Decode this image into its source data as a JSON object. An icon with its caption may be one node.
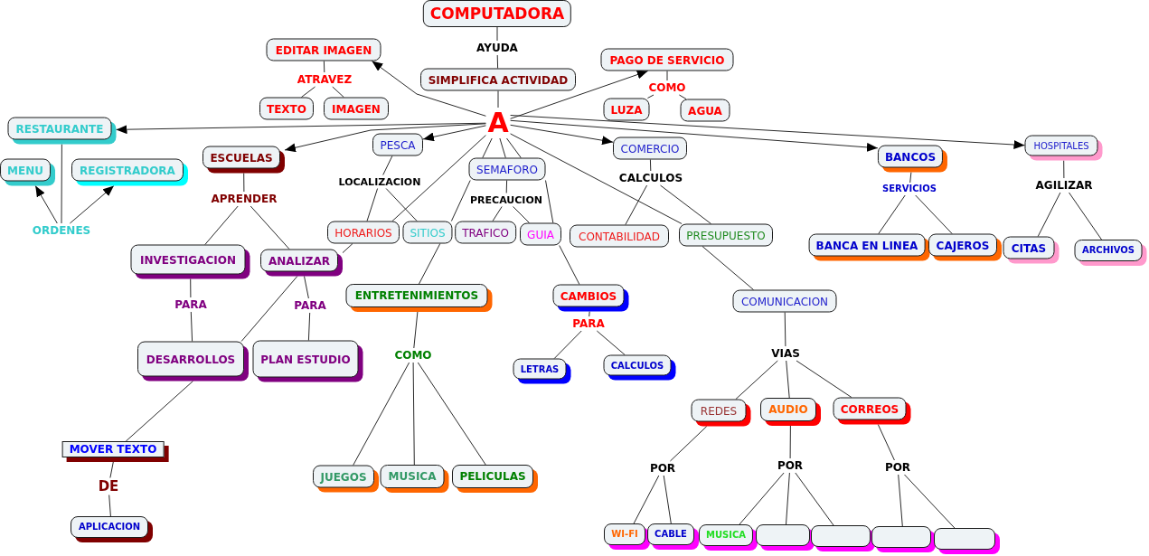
{
  "diagram": {
    "nodes": [
      {
        "text": [
          "COMPUTADORA"
        ]
      },
      {
        "text": [
          "AYUDA"
        ]
      },
      {
        "text": [
          "SIMPLIFICA ACTIVIDAD"
        ]
      },
      {
        "text": [
          "A"
        ]
      },
      {
        "text": [
          "EDITAR IMAGEN"
        ]
      },
      {
        "text": [
          "ATRAVEZ"
        ]
      },
      {
        "text": [
          "TEXTO"
        ]
      },
      {
        "text": [
          "IMAGEN"
        ]
      },
      {
        "text": [
          "PAGO DE SERVICIO"
        ]
      },
      {
        "text": [
          "COMO"
        ]
      },
      {
        "text": [
          "LUZA"
        ]
      },
      {
        "text": [
          "AGUA"
        ]
      },
      {
        "text": [
          "RESTAURANTE"
        ]
      },
      {
        "text": [
          "MENU"
        ]
      },
      {
        "text": [
          "REGISTRADORA"
        ]
      },
      {
        "text": [
          "ORDENES"
        ]
      },
      {
        "text": [
          "ESCUELAS"
        ]
      },
      {
        "text": [
          "APRENDER"
        ]
      },
      {
        "text": [
          "INVESTIGACION"
        ]
      },
      {
        "text": [
          "ANALIZAR"
        ]
      },
      {
        "text": [
          "PARA"
        ]
      },
      {
        "text": [
          "PARA"
        ]
      },
      {
        "text": [
          "DESARROLLOS"
        ]
      },
      {
        "text": [
          "PLAN ESTUDIO"
        ]
      },
      {
        "text": [
          "MOVER TEXTO"
        ]
      },
      {
        "text": [
          "DE"
        ]
      },
      {
        "text": [
          "APLICACION"
        ]
      },
      {
        "text": [
          "PESCA"
        ]
      },
      {
        "text": [
          "LOCALIZACION"
        ]
      },
      {
        "text": [
          "HORARIOS"
        ]
      },
      {
        "text": [
          "SITIOS"
        ]
      },
      {
        "text": [
          "SEMAFORO"
        ]
      },
      {
        "text": [
          "PRECAUCION"
        ]
      },
      {
        "text": [
          "TRAFICO"
        ]
      },
      {
        "text": [
          "GUIA"
        ]
      },
      {
        "text": [
          "COMERCIO"
        ]
      },
      {
        "text": [
          "CALCULOS"
        ]
      },
      {
        "text": [
          "CONTABILIDAD"
        ]
      },
      {
        "text": [
          "PRESUPUESTO"
        ]
      },
      {
        "text": [
          "BANCOS"
        ]
      },
      {
        "text": [
          "SERVICIOS"
        ]
      },
      {
        "text": [
          "BANCA EN LINEA"
        ]
      },
      {
        "text": [
          "CAJEROS"
        ]
      },
      {
        "text": [
          "HOSPITALES"
        ]
      },
      {
        "text": [
          "AGILIZAR"
        ]
      },
      {
        "text": [
          "CITAS"
        ]
      },
      {
        "text": [
          "ARCHIVOS"
        ]
      },
      {
        "text": [
          "ENTRETENIMIENTOS"
        ]
      },
      {
        "text": [
          "COMO"
        ]
      },
      {
        "text": [
          "JUEGOS"
        ]
      },
      {
        "text": [
          "MUSICA"
        ]
      },
      {
        "text": [
          "PELICULAS"
        ]
      },
      {
        "text": [
          "CAMBIOS"
        ]
      },
      {
        "text": [
          "PARA"
        ]
      },
      {
        "text": [
          "LETRAS"
        ]
      },
      {
        "text": [
          "CALCULOS"
        ]
      },
      {
        "text": [
          "COMUNICACION"
        ]
      },
      {
        "text": [
          "VIAS"
        ]
      },
      {
        "text": [
          "REDES"
        ]
      },
      {
        "text": [
          "AUDIO"
        ]
      },
      {
        "text": [
          "CORREOS"
        ]
      },
      {
        "text": [
          "POR"
        ]
      },
      {
        "text": [
          "POR"
        ]
      },
      {
        "text": [
          "POR"
        ]
      },
      {
        "text": [
          "WI-FI"
        ]
      },
      {
        "text": [
          "CABLE"
        ]
      },
      {
        "text": [
          "MUSICA"
        ]
      },
      {
        "text": [],
        "shape": "box"
      },
      {
        "text": [],
        "shape": "box"
      },
      {
        "text": [],
        "shape": "box"
      },
      {
        "text": [],
        "shape": "box"
      }
    ],
    "edges": [
      {
        "from": 0,
        "to": 1,
        "arrow": "none"
      },
      {
        "from": 1,
        "to": 2,
        "arrow": "none"
      },
      {
        "from": 2,
        "to": 3,
        "arrow": "none"
      },
      {
        "from": 3,
        "to": 4,
        "arrow": "to"
      },
      {
        "from": 4,
        "to": 5,
        "arrow": "none"
      },
      {
        "from": 5,
        "to": 6,
        "arrow": "none"
      },
      {
        "from": 5,
        "to": 7,
        "arrow": "none"
      },
      {
        "from": 3,
        "to": 8,
        "arrow": "to"
      },
      {
        "from": 8,
        "to": 9,
        "arrow": "none"
      },
      {
        "from": 9,
        "to": 10,
        "arrow": "none"
      },
      {
        "from": 9,
        "to": 11,
        "arrow": "none"
      },
      {
        "from": 3,
        "to": 12,
        "arrow": "to"
      },
      {
        "from": 12,
        "to": 15,
        "arrow": "none"
      },
      {
        "from": 15,
        "to": 13,
        "arrow": "to"
      },
      {
        "from": 15,
        "to": 14,
        "arrow": "to"
      },
      {
        "from": 3,
        "to": 16,
        "arrow": "to"
      },
      {
        "from": 16,
        "to": 17,
        "arrow": "none"
      },
      {
        "from": 17,
        "to": 18,
        "arrow": "none"
      },
      {
        "from": 17,
        "to": 19,
        "arrow": "none"
      },
      {
        "from": 18,
        "to": 20,
        "arrow": "none"
      },
      {
        "from": 20,
        "to": 22,
        "arrow": "none"
      },
      {
        "from": 19,
        "to": 21,
        "arrow": "none"
      },
      {
        "from": 21,
        "to": 23,
        "arrow": "none"
      },
      {
        "from": 3,
        "to": 29,
        "arrow": "none"
      },
      {
        "from": 29,
        "to": 19,
        "arrow": "none"
      },
      {
        "from": 19,
        "to": 22,
        "arrow": "none"
      },
      {
        "from": 22,
        "to": 24,
        "arrow": "none"
      },
      {
        "from": 24,
        "to": 25,
        "arrow": "none"
      },
      {
        "from": 25,
        "to": 26,
        "arrow": "none"
      },
      {
        "from": 3,
        "to": 27,
        "arrow": "to"
      },
      {
        "from": 27,
        "to": 28,
        "arrow": "none"
      },
      {
        "from": 28,
        "to": 29,
        "arrow": "none"
      },
      {
        "from": 28,
        "to": 30,
        "arrow": "none"
      },
      {
        "from": 3,
        "to": 31,
        "arrow": "none"
      },
      {
        "from": 3,
        "to": 31,
        "arrow": "none"
      },
      {
        "from": 3,
        "to": 31,
        "arrow": "none"
      },
      {
        "from": 31,
        "to": 30,
        "arrow": "none"
      },
      {
        "from": 30,
        "to": 47,
        "arrow": "none"
      },
      {
        "from": 31,
        "to": 34,
        "arrow": "none"
      },
      {
        "from": 34,
        "to": 52,
        "arrow": "none"
      },
      {
        "from": 31,
        "to": 32,
        "arrow": "none"
      },
      {
        "from": 32,
        "to": 33,
        "arrow": "none"
      },
      {
        "from": 32,
        "to": 34,
        "arrow": "none"
      },
      {
        "from": 3,
        "to": 35,
        "arrow": "to"
      },
      {
        "from": 35,
        "to": 36,
        "arrow": "none"
      },
      {
        "from": 36,
        "to": 37,
        "arrow": "none"
      },
      {
        "from": 36,
        "to": 38,
        "arrow": "none"
      },
      {
        "from": 3,
        "to": 38,
        "arrow": "none"
      },
      {
        "from": 38,
        "to": 56,
        "arrow": "none"
      },
      {
        "from": 3,
        "to": 39,
        "arrow": "to"
      },
      {
        "from": 39,
        "to": 40,
        "arrow": "none"
      },
      {
        "from": 40,
        "to": 41,
        "arrow": "none"
      },
      {
        "from": 40,
        "to": 42,
        "arrow": "none"
      },
      {
        "from": 3,
        "to": 43,
        "arrow": "to"
      },
      {
        "from": 43,
        "to": 44,
        "arrow": "none"
      },
      {
        "from": 44,
        "to": 45,
        "arrow": "none"
      },
      {
        "from": 44,
        "to": 46,
        "arrow": "none"
      },
      {
        "from": 47,
        "to": 48,
        "arrow": "none"
      },
      {
        "from": 48,
        "to": 49,
        "arrow": "none"
      },
      {
        "from": 48,
        "to": 50,
        "arrow": "none"
      },
      {
        "from": 48,
        "to": 51,
        "arrow": "none"
      },
      {
        "from": 52,
        "to": 53,
        "arrow": "none"
      },
      {
        "from": 53,
        "to": 54,
        "arrow": "none"
      },
      {
        "from": 53,
        "to": 55,
        "arrow": "none"
      },
      {
        "from": 56,
        "to": 57,
        "arrow": "none"
      },
      {
        "from": 57,
        "to": 58,
        "arrow": "none"
      },
      {
        "from": 57,
        "to": 59,
        "arrow": "none"
      },
      {
        "from": 57,
        "to": 60,
        "arrow": "none"
      },
      {
        "from": 58,
        "to": 61,
        "arrow": "none"
      },
      {
        "from": 61,
        "to": 64,
        "arrow": "none"
      },
      {
        "from": 61,
        "to": 65,
        "arrow": "none"
      },
      {
        "from": 59,
        "to": 62,
        "arrow": "none"
      },
      {
        "from": 62,
        "to": 66,
        "arrow": "none"
      },
      {
        "from": 62,
        "to": 67,
        "arrow": "none"
      },
      {
        "from": 62,
        "to": 68,
        "arrow": "none"
      },
      {
        "from": 60,
        "to": 63,
        "arrow": "none"
      },
      {
        "from": 63,
        "to": 69,
        "arrow": "none"
      },
      {
        "from": 63,
        "to": 70,
        "arrow": "none"
      }
    ]
  }
}
